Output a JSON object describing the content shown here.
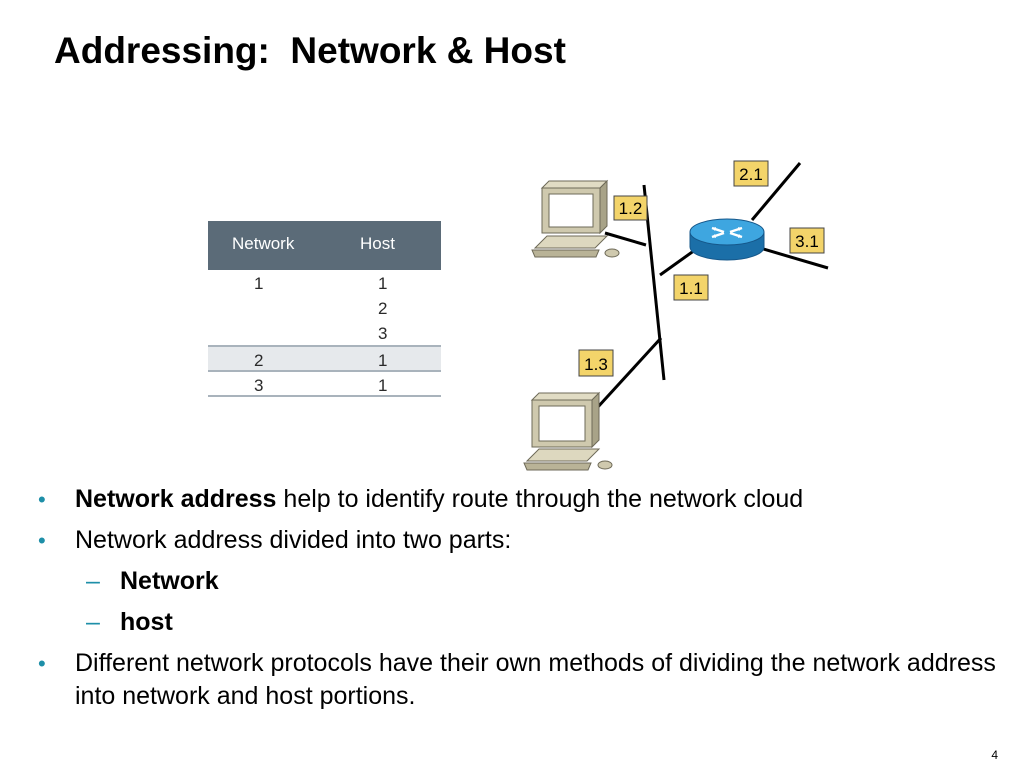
{
  "slide": {
    "title": "Addressing:  Network & Host",
    "page_number": "4"
  },
  "table": {
    "headers": [
      "Network",
      "Host"
    ],
    "rows": [
      [
        "1",
        "1"
      ],
      [
        "",
        "2"
      ],
      [
        "",
        "3"
      ],
      [
        "2",
        "1"
      ],
      [
        "3",
        "1"
      ]
    ]
  },
  "diagram": {
    "labels": [
      "1.2",
      "2.1",
      "3.1",
      "1.1",
      "1.3"
    ],
    "colors": {
      "label_fill": "#f3d46a",
      "router": "#2e9ad6",
      "table_header": "#5b6b78",
      "bullet": "#1e8fa8"
    }
  },
  "bullets": {
    "b1_bold": "Network address",
    "b1_rest": " help to identify route through the network cloud",
    "b2": "Network address divided into two parts:",
    "sub1": "Network",
    "sub2": "host",
    "b3": "Different network protocols have their own methods of dividing the network address into network and host portions.",
    "dot": "•",
    "dash": "–"
  }
}
